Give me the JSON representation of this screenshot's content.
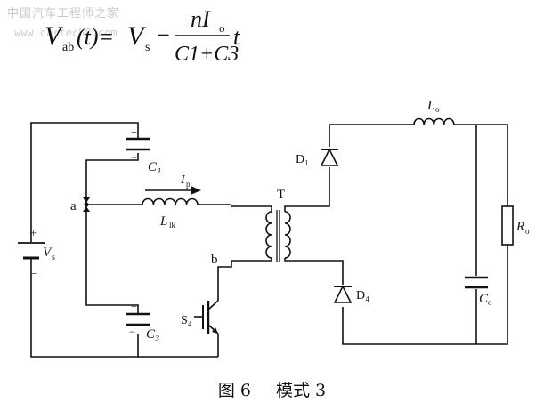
{
  "watermark": {
    "site_name": "中国汽车工程师之家",
    "url": "www.cartech8.com"
  },
  "formula": {
    "lhs_symbol": "V",
    "lhs_subscript": "ab",
    "lhs_arg": "(t)=",
    "vs_symbol": "V",
    "vs_subscript": "s",
    "minus": "−",
    "numerator": "nI",
    "numerator_subscript": "o",
    "denominator": "C1+C3",
    "time_var": "t"
  },
  "circuit": {
    "labels": {
      "c1": "C₁",
      "c3": "C₃",
      "vs": "V",
      "vs_sub": "s",
      "node_a": "a",
      "node_b": "b",
      "ip": "I",
      "ip_sub": "p",
      "llk": "L",
      "llk_sub": "lk",
      "transformer": "T",
      "d1": "D₁",
      "d4": "D₄",
      "lo": "L",
      "lo_sub": "o",
      "ro": "R",
      "ro_sub": "o",
      "co": "C",
      "co_sub": "o",
      "s4": "S₄",
      "plus": "+",
      "minus": "−"
    }
  },
  "caption": {
    "figure": "图 6",
    "title": "模式 3"
  }
}
